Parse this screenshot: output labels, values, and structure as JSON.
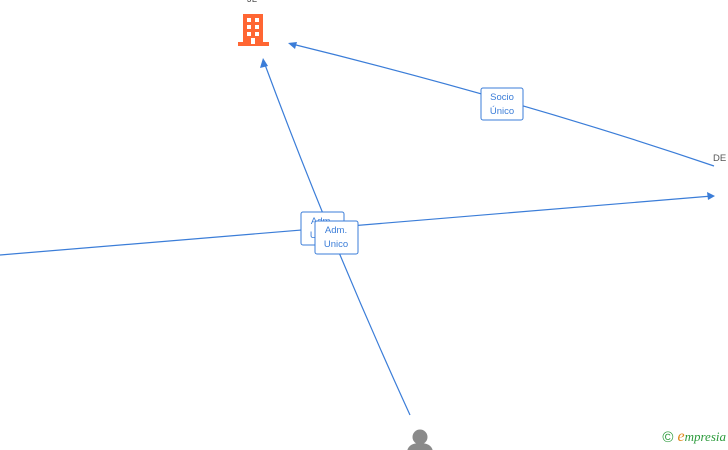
{
  "nodes": {
    "company_top": {
      "label": "JL",
      "icon": "building-icon",
      "color": "#ff6633"
    },
    "company_right": {
      "label": "DE"
    },
    "person_bottom": {
      "icon": "person-icon",
      "color": "#8a8a8a"
    }
  },
  "edges": [
    {
      "id": "socio-unico",
      "label_line1": "Socio",
      "label_line2": "Único"
    },
    {
      "id": "adm-unico-back",
      "label_line1": "Adm.",
      "label_line2": "Unico"
    },
    {
      "id": "adm-unico-front",
      "label_line1": "Adm.",
      "label_line2": "Unico"
    }
  ],
  "colors": {
    "edge": "#3b7dd8",
    "building": "#ff6633",
    "person": "#8a8a8a",
    "brand": "#2a9a3a"
  },
  "brand": {
    "copyright": "©",
    "first_letter": "e",
    "rest": "mpresia"
  }
}
